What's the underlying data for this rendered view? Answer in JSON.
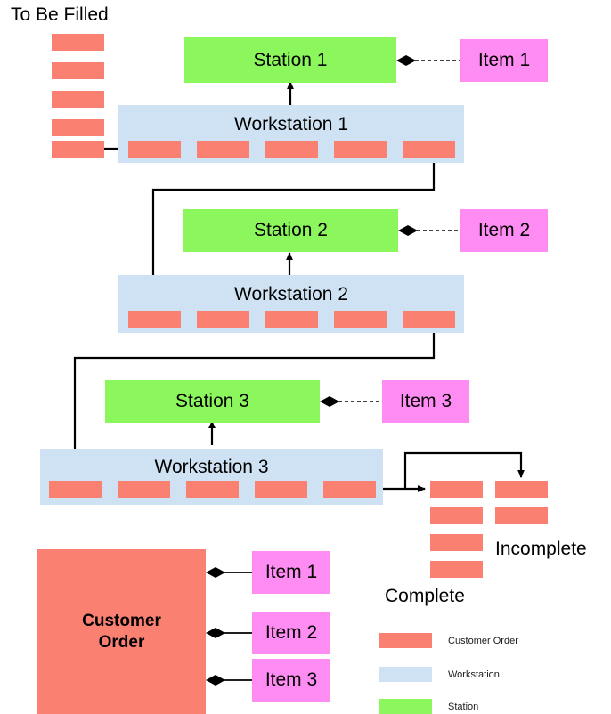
{
  "diagram": {
    "title": "To Be Filled",
    "labels": {
      "to_be_filled": "To Be Filled",
      "complete": "Complete",
      "incomplete": "Incomplete"
    },
    "pending_orders": {
      "label": "To Be Filled",
      "count": 5
    },
    "rows": [
      {
        "station": "Station 1",
        "workstation": "Workstation 1",
        "item": "Item 1",
        "slots": 5
      },
      {
        "station": "Station 2",
        "workstation": "Workstation 2",
        "item": "Item 2",
        "slots": 5
      },
      {
        "station": "Station 3",
        "workstation": "Workstation 3",
        "item": "Item 3",
        "slots": 5
      }
    ],
    "complete_pile": {
      "label": "Complete",
      "count": 4
    },
    "incomplete_pile": {
      "label": "Incomplete",
      "count": 2
    },
    "customer_order": {
      "line1": "Customer",
      "line2": "Order",
      "items": [
        "Item 1",
        "Item 2",
        "Item 3"
      ]
    },
    "legend": {
      "entries": [
        {
          "label": "Customer Order",
          "color": "#fa8072"
        },
        {
          "label": "Workstation",
          "color": "#cfe2f3"
        },
        {
          "label": "Station",
          "color": "#8cf75c"
        }
      ]
    },
    "colors": {
      "customer_order": "#fa8072",
      "workstation": "#cfe2f3",
      "station": "#8cf75c",
      "item": "#ff8cf2",
      "connector": "#000000",
      "background": "#ffffff"
    }
  }
}
